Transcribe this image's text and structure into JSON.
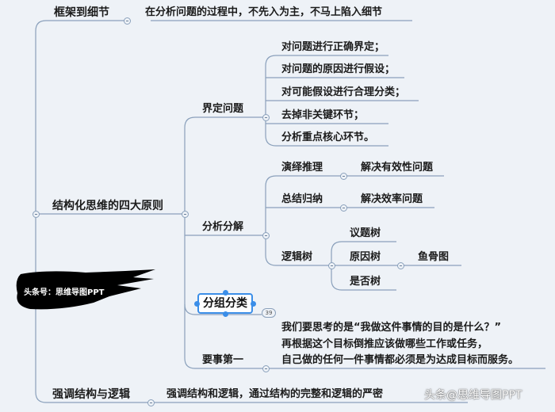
{
  "root": {
    "branch1": {
      "label": "框架到细节",
      "detail": "在分析问题的过程中，不先入为主，不马上陷入细节"
    },
    "branch2": {
      "label": "结构化思维的四大原则",
      "define": {
        "label": "界定问题",
        "items": [
          "对问题进行正确界定；",
          "对问题的原因进行假设；",
          "对可能假设进行合理分类；",
          "去掉非关键环节；",
          "分析重点核心环节。"
        ]
      },
      "decompose": {
        "label": "分析分解",
        "deduction": {
          "label": "演绎推理",
          "detail": "解决有效性问题"
        },
        "induction": {
          "label": "总结归纳",
          "detail": "解决效率问题"
        },
        "logic_tree": {
          "label": "逻辑树",
          "issue": "议题树",
          "cause": "原因树",
          "cause_detail": "鱼骨图",
          "yesno": "是否树"
        }
      },
      "group": {
        "label": "分组分类",
        "badge": "39"
      },
      "priority": {
        "label": "要事第一",
        "lines": [
          "我们要思考的是“我做这件事情的目的是什么？”",
          "再根据这个目标倒推应该做哪些工作或任务，",
          "自己做的任何一件事情都必须是为达成目标而服务。"
        ]
      }
    },
    "branch3": {
      "label": "强调结构与逻辑",
      "detail": "强调结构和逻辑，通过结构的完整和逻辑的严密"
    }
  },
  "watermarks": {
    "brush": "头条号：思维导图PPT",
    "corner": "头条@思维导图PPT"
  },
  "colors": {
    "line": "#8aa0bb",
    "selection": "#3b8ee8",
    "background": "#eef2f7"
  }
}
